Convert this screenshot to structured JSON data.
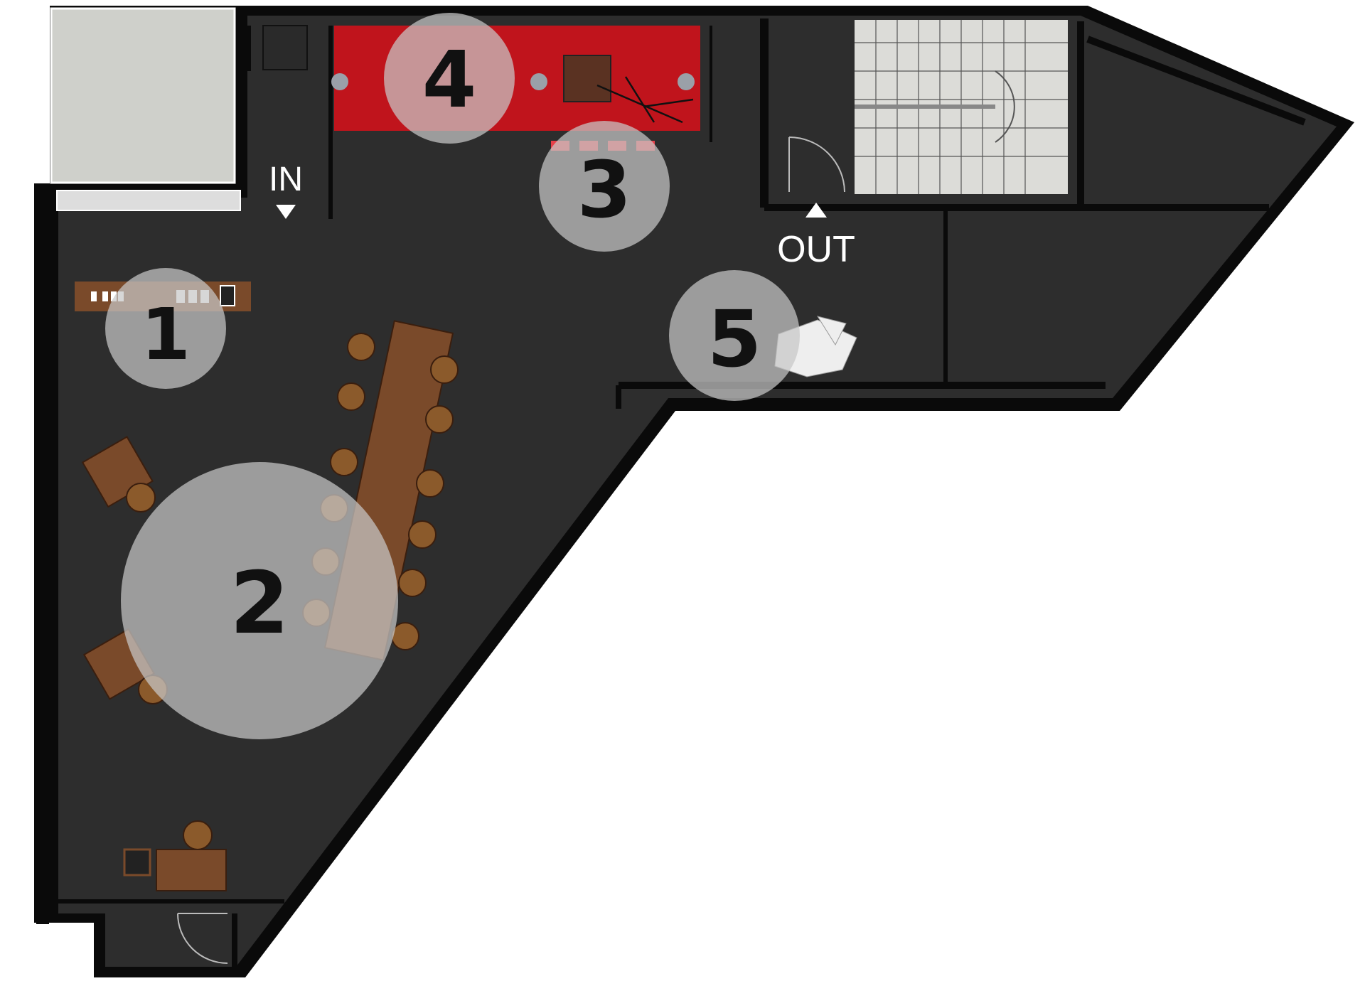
{
  "plan": {
    "labels": {
      "in": "IN",
      "out": "OUT"
    },
    "zones": [
      {
        "number": "1"
      },
      {
        "number": "2"
      },
      {
        "number": "3"
      },
      {
        "number": "4"
      },
      {
        "number": "5"
      }
    ]
  },
  "colors": {
    "floor": "#2d2d2d",
    "walls": "#0a0a0a",
    "background": "#ffffff",
    "stage": "#c0141c",
    "wood": "#7a4a2a",
    "zone_circle": "#c8c8c8",
    "balcony": "#cfd0cb",
    "stairs": "#dcdcd8"
  }
}
